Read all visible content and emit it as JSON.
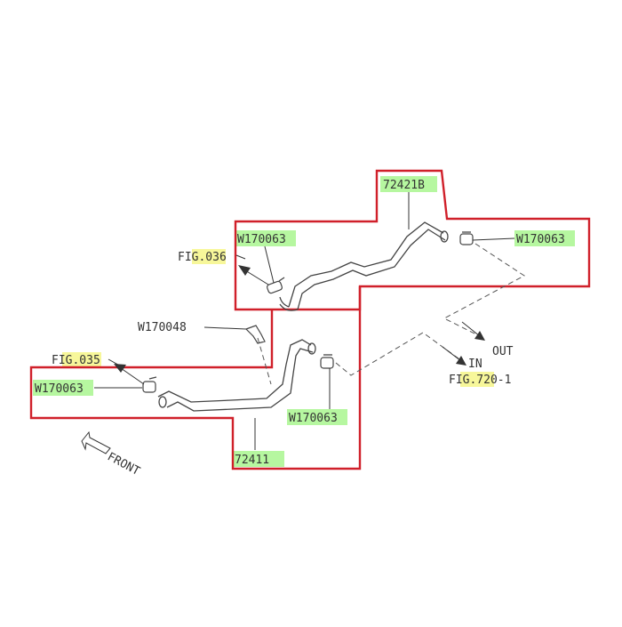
{
  "colors": {
    "frame": "#d0202a",
    "hl_green": "#b6f7a0",
    "hl_yellow": "#f7f79a",
    "line": "#333333"
  },
  "labels": {
    "part_72421B": "72421B",
    "part_72411": "72411",
    "clamp_top_left": "W170063",
    "clamp_top_right": "W170063",
    "clamp_bottom_left": "W170063",
    "clamp_bottom_mid": "W170063",
    "clip_w170048": "W170048",
    "fig_036": "FIG.036",
    "fig_035": "FIG.035",
    "fig_720_1": "FIG.720-1",
    "out": "OUT",
    "in": "IN",
    "front": "FRONT"
  }
}
